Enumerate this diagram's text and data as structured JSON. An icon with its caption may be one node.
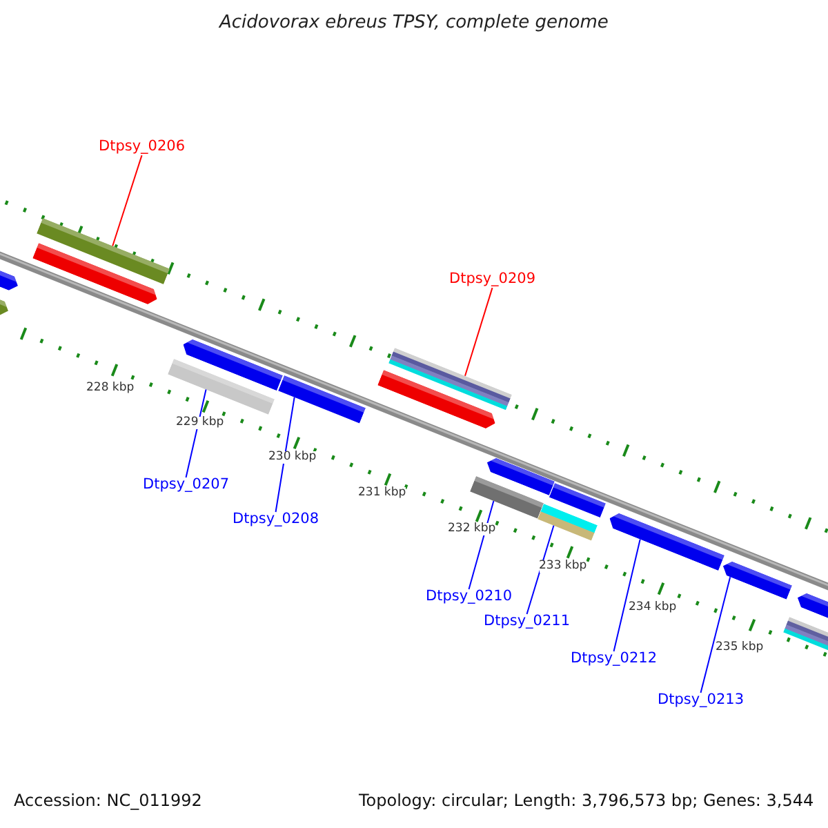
{
  "diagram": {
    "title": "Acidovorax ebreus TPSY, complete genome",
    "nodes": [
      {
        "text": [
          "Dtpsy_0206"
        ]
      },
      {
        "text": [
          "Dtpsy_0207"
        ]
      },
      {
        "text": [
          "Dtpsy_0208"
        ]
      },
      {
        "text": [
          "Dtpsy_0209"
        ]
      },
      {
        "text": [
          "Dtpsy_0210"
        ]
      },
      {
        "text": [
          "Dtpsy_0211"
        ]
      },
      {
        "text": [
          "Dtpsy_0212"
        ]
      },
      {
        "text": [
          "Dtpsy_0213"
        ]
      },
      {
        "text": [],
        "shape": "bar"
      },
      {
        "text": [],
        "shape": "bar"
      },
      {
        "text": [],
        "shape": "bar"
      },
      {
        "text": [],
        "shape": "bar"
      },
      {
        "text": [],
        "shape": "bar"
      },
      {
        "text": [],
        "shape": "bar"
      },
      {
        "text": [],
        "shape": "bar"
      },
      {
        "text": [],
        "shape": "bar"
      }
    ],
    "edges": [
      {
        "from": 0,
        "to": 8,
        "arrow": "none",
        "color": "#ff0000"
      },
      {
        "from": 1,
        "to": 9,
        "arrow": "none"
      },
      {
        "from": 2,
        "to": 10,
        "arrow": "none"
      },
      {
        "from": 3,
        "to": 11,
        "arrow": "none",
        "color": "#ff0000"
      },
      {
        "from": 4,
        "to": 12,
        "arrow": "none"
      },
      {
        "from": 5,
        "to": 13,
        "arrow": "none"
      },
      {
        "from": 6,
        "to": 14,
        "arrow": "none"
      },
      {
        "from": 7,
        "to": 15,
        "arrow": "none"
      }
    ],
    "labels": [
      "228 kbp",
      "229 kbp",
      "230 kbp",
      "231 kbp",
      "232 kbp",
      "233 kbp",
      "234 kbp",
      "235 kbp",
      "Accession: NC_011992",
      "Topology: circular; Length: 3,796,573 bp; Genes: 3,544"
    ]
  }
}
